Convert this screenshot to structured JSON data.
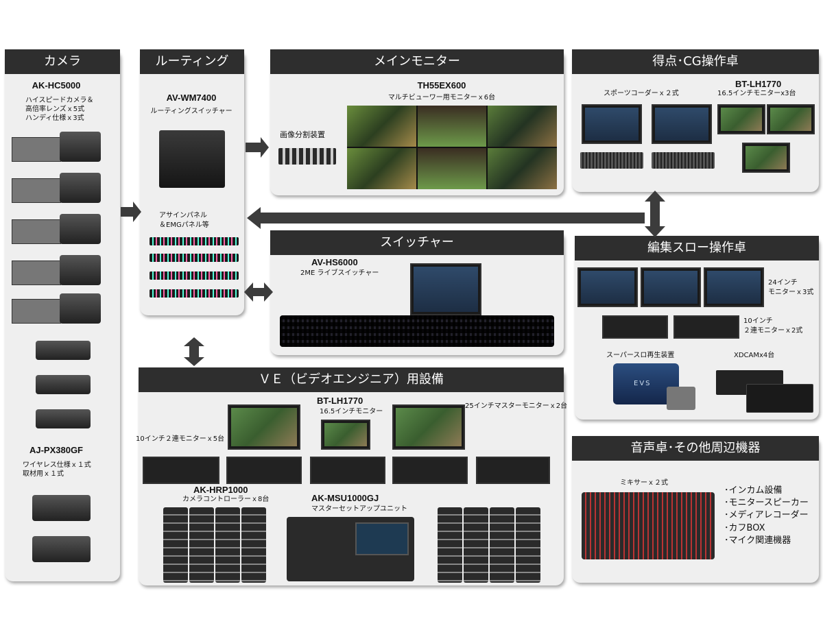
{
  "camera": {
    "header": "カメラ",
    "model1": "AK-HC5000",
    "desc1": [
      "ハイスピードカメラ＆",
      "高倍率レンズｘ5式",
      "ハンディ仕様ｘ3式"
    ],
    "model2": "AJ-PX380GF",
    "desc2": [
      "ワイヤレス仕様ｘ１式",
      "取材用ｘ１式"
    ]
  },
  "routing": {
    "header": "ルーティング",
    "model": "AV-WM7400",
    "desc": "ルーティングスイッチャー",
    "panel_label": [
      "アサインパネル",
      "＆EMGパネル等"
    ]
  },
  "main_monitor": {
    "header": "メインモニター",
    "model": "TH55EX600",
    "desc": "マルチビューワー用モニターｘ6台",
    "splitter": "画像分割装置"
  },
  "switcher": {
    "header": "スイッチャー",
    "model": "AV-HS6000",
    "desc": "2ME ライブスイッチャー"
  },
  "score": {
    "header": "得点･CG操作卓",
    "recorder": "スポーツコーダーｘ２式",
    "model": "BT-LH1770",
    "desc": "16.5インチモニターx3台"
  },
  "edit": {
    "header": "編集スロー操作卓",
    "mon24": [
      "24インチ",
      "モニターｘ3式"
    ],
    "mon10": [
      "10インチ",
      "２連モニターｘ2式"
    ],
    "slow": "スーパースロ再生装置",
    "xdcam": "XDCAMx4台",
    "evs_logo": "EVS"
  },
  "ve": {
    "header": "ＶＥ（ビデオエンジニア）用設備",
    "mon10": "10インチ２連モニターｘ5台",
    "bt_model": "BT-LH1770",
    "bt_desc": "16.5インチモニター",
    "mon25": "25インチマスターモニターｘ2台",
    "hrp_model": "AK-HRP1000",
    "hrp_desc": "カメラコントローラーｘ8台",
    "msu_model": "AK-MSU1000GJ",
    "msu_desc": "マスターセットアップユニット"
  },
  "audio": {
    "header": "音声卓･その他周辺機器",
    "mixer": "ミキサーｘ２式",
    "items": [
      "･インカム設備",
      "･モニタースピーカー",
      "･メディアレコーダー",
      "･カフBOX",
      "･マイク関連機器"
    ]
  },
  "colors": {
    "header_bg": "#2e2e2e",
    "panel_bg": "#efefef",
    "arrow": "#3c3c3c"
  }
}
